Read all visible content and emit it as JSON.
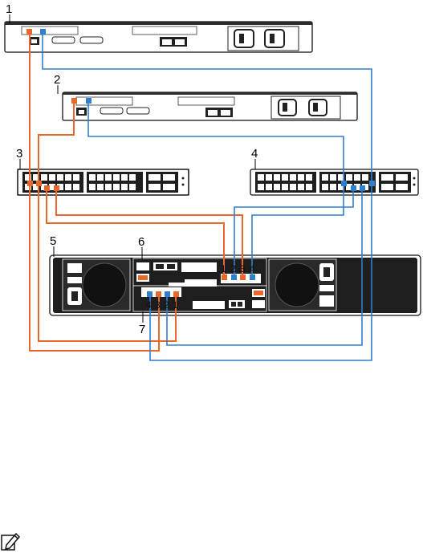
{
  "callouts": {
    "c1": "1",
    "c2": "2",
    "c3": "3",
    "c4": "4",
    "c5": "5",
    "c6": "6",
    "c7": "7"
  },
  "controller_top_ports": [
    "1",
    "2",
    "3",
    "4"
  ],
  "controller_bottom_ports": [
    "4",
    "3",
    "2",
    "1"
  ],
  "colors": {
    "orange_cable": "#e8672a",
    "blue_cable": "#2f7fd0",
    "chassis_dark": "#1e1e1e"
  },
  "icons": {
    "note": "note-pencil-icon"
  }
}
